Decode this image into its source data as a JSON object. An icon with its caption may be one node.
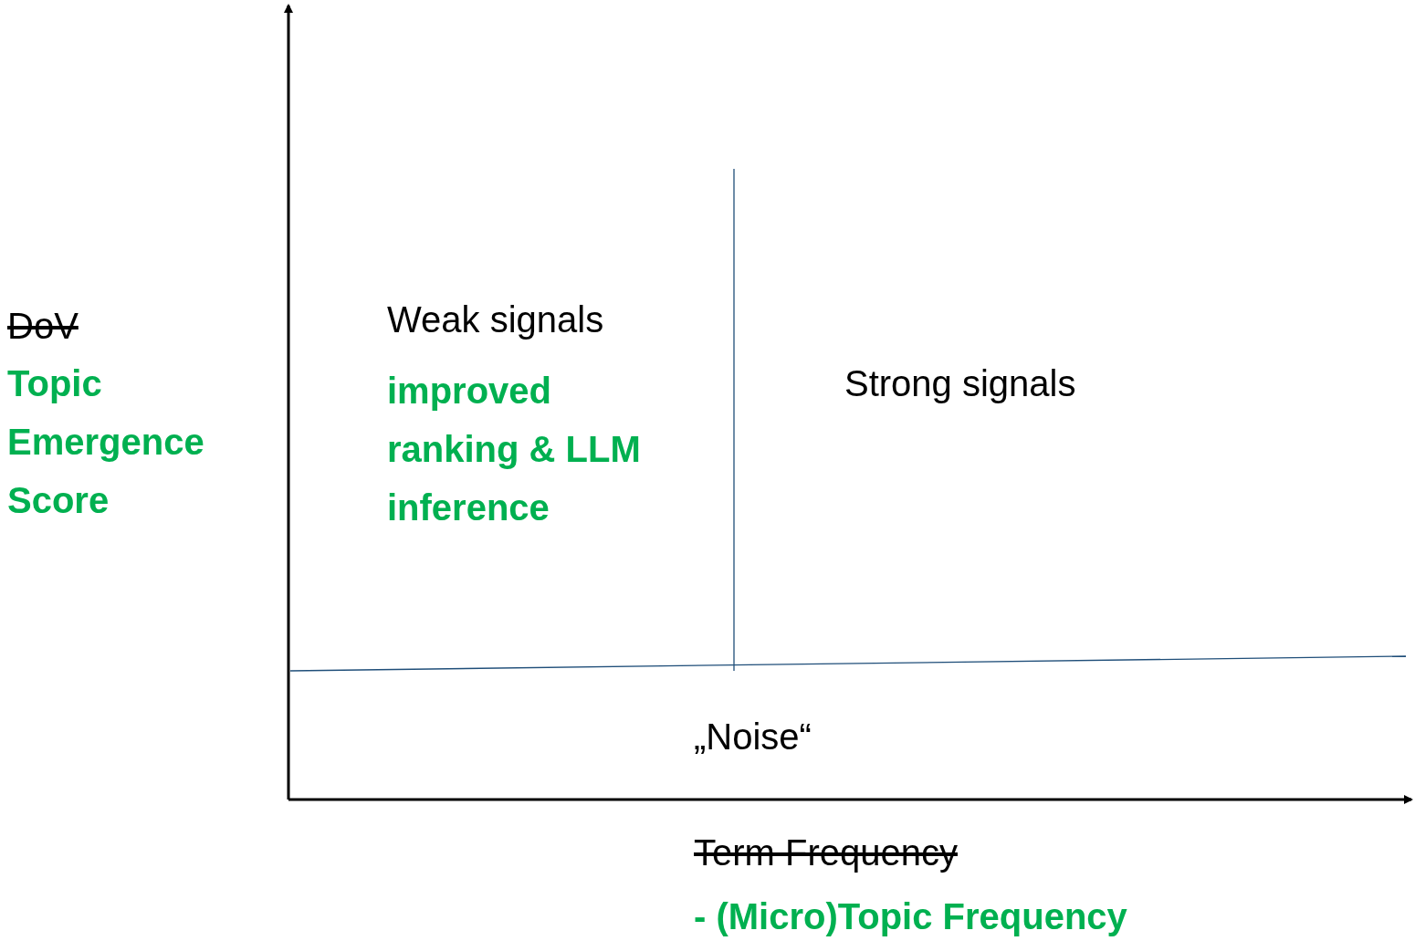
{
  "diagram": {
    "labels": [
      "DoV",
      "Topic Emergence Score",
      "Weak signals",
      "improved ranking & LLM inference",
      "Strong signals",
      "„Noise“",
      "Term Frequency",
      "- (Micro)Topic Frequency"
    ]
  }
}
